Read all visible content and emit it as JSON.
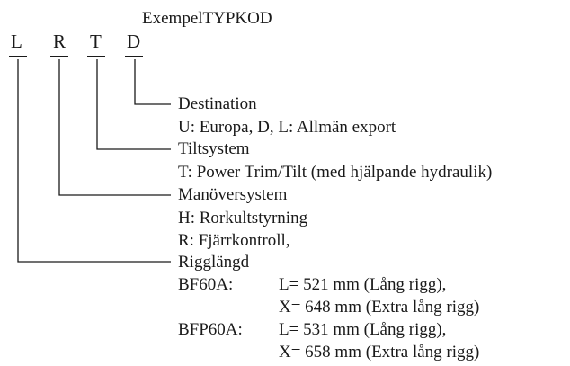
{
  "title": "ExempelTYPKOD",
  "letters": [
    "L",
    "R",
    "T",
    "D"
  ],
  "sections": {
    "destination": {
      "heading": "Destination",
      "lines": [
        "U: Europa, D, L: Allmän export"
      ]
    },
    "tilt": {
      "heading": "Tiltsystem",
      "lines": [
        "T: Power Trim/Tilt (med hjälpande hydraulik)"
      ]
    },
    "steering": {
      "heading": "Manöversystem",
      "lines": [
        "H: Rorkultstyrning",
        "R: Fjärrkontroll,"
      ]
    },
    "rig": {
      "heading": "Rigglängd",
      "models": [
        {
          "code": "BF60A:",
          "lines": [
            "L= 521 mm (Lång rigg),",
            "X= 648 mm (Extra lång rigg)"
          ]
        },
        {
          "code": "BFP60A:",
          "lines": [
            "L= 531 mm (Lång rigg),",
            "X= 658 mm (Extra lång rigg)"
          ]
        }
      ]
    }
  }
}
